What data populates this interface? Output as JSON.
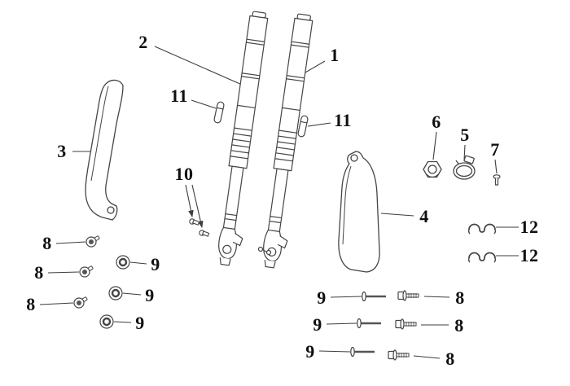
{
  "diagram": {
    "kind": "front-fork-parts-diagram",
    "background": "#ffffff",
    "line_color": "#3d3d3d",
    "label_color": "#101010"
  },
  "labels": [
    {
      "ref": "fork-tube-left",
      "text": "2"
    },
    {
      "ref": "fork-tube-right",
      "text": "1"
    },
    {
      "ref": "fork-clip-left",
      "text": "11"
    },
    {
      "ref": "fork-clip-right",
      "text": "11"
    },
    {
      "ref": "fork-guard-left",
      "text": "3"
    },
    {
      "ref": "hose-guides",
      "text": "10"
    },
    {
      "ref": "flange-nut",
      "text": "6"
    },
    {
      "ref": "clamp-band",
      "text": "5"
    },
    {
      "ref": "small-screw",
      "text": "7"
    },
    {
      "ref": "fork-guard-right",
      "text": "4"
    },
    {
      "ref": "wire-clip-top",
      "text": "12"
    },
    {
      "ref": "wire-clip-bottom",
      "text": "12"
    },
    {
      "ref": "flange-bolt-1",
      "text": "8"
    },
    {
      "ref": "flange-bolt-2",
      "text": "8"
    },
    {
      "ref": "flange-bolt-3",
      "text": "8"
    },
    {
      "ref": "washer-1",
      "text": "9"
    },
    {
      "ref": "washer-2",
      "text": "9"
    },
    {
      "ref": "washer-3",
      "text": "9"
    },
    {
      "ref": "machine-screw-1",
      "text": "9"
    },
    {
      "ref": "machine-screw-2",
      "text": "9"
    },
    {
      "ref": "machine-screw-3",
      "text": "9"
    },
    {
      "ref": "hex-bolt-1",
      "text": "8"
    },
    {
      "ref": "hex-bolt-2",
      "text": "8"
    },
    {
      "ref": "hex-bolt-3",
      "text": "8"
    }
  ]
}
